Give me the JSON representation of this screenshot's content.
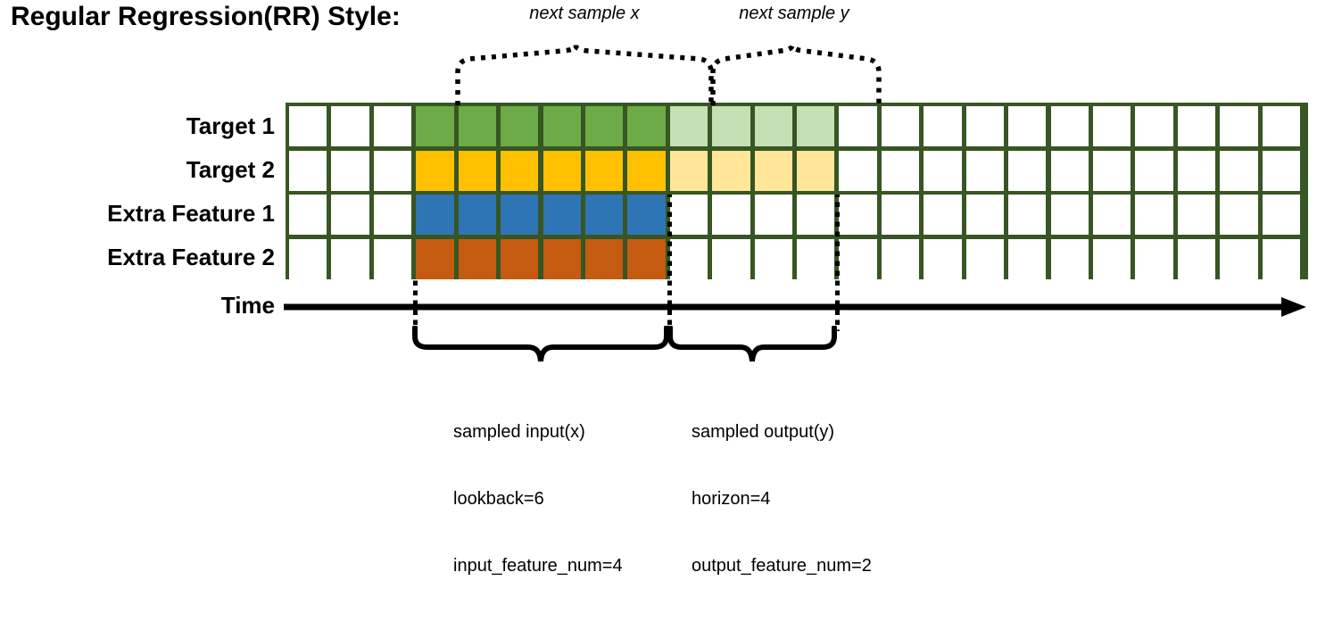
{
  "title": "Regular Regression(RR) Style:",
  "rows": [
    {
      "name": "Target 1",
      "color": "#6CAB47",
      "light": "#C5E0B4",
      "has_output": true
    },
    {
      "name": "Target 2",
      "color": "#FFC000",
      "light": "#FFE699",
      "has_output": true
    },
    {
      "name": "Extra Feature 1",
      "color": "#2E75B6",
      "light": "#FFFFFF",
      "has_output": false
    },
    {
      "name": "Extra Feature 2",
      "color": "#C55A11",
      "light": "#FFFFFF",
      "has_output": false
    }
  ],
  "grid": {
    "total_cells": 24,
    "leading_blank_cells": 3,
    "input_start_index": 3,
    "input_cells": 6,
    "output_start_index": 9,
    "output_cells": 4,
    "border_color": "#375623"
  },
  "top_braces": [
    {
      "label": "next sample x"
    },
    {
      "label": "next sample y"
    }
  ],
  "time_axis": {
    "label": "Time"
  },
  "bottom_braces": [
    {
      "lines": [
        "sampled input(x)",
        "lookback=6",
        "input_feature_num=4"
      ]
    },
    {
      "lines": [
        "sampled output(y)",
        "horizon=4",
        "output_feature_num=2"
      ]
    }
  ]
}
